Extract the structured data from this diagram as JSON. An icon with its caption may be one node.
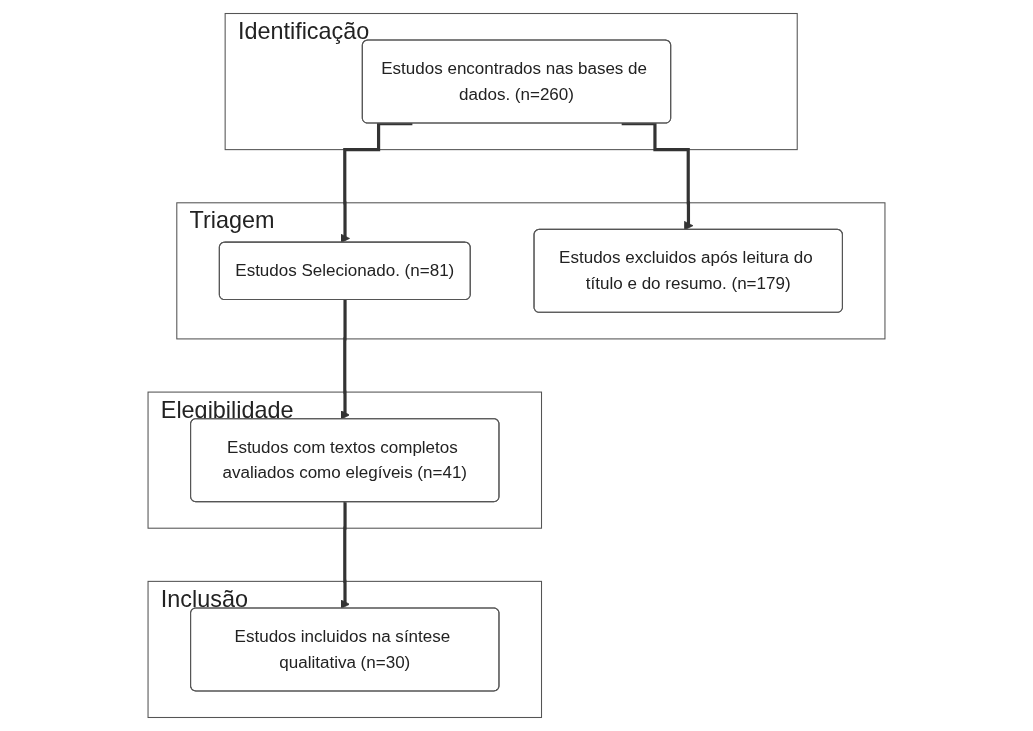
{
  "diagram": {
    "nodes": [
      {
        "text": [
          "Identificação"
        ]
      },
      {
        "text": [
          "Estudos encontrados nas bases de dados. (n=260)"
        ],
        "in": 0
      },
      {
        "text": [
          "Triagem"
        ]
      },
      {
        "text": [
          "Estudos Selecionado. (n=81)"
        ],
        "in": 2
      },
      {
        "text": [
          "Estudos excluidos após leitura do título e do resumo. (n=179)"
        ],
        "in": 2
      },
      {
        "text": [
          "Elegibilidade"
        ]
      },
      {
        "text": [
          "Estudos com textos completos avaliados como elegíveis (n=41)"
        ],
        "in": 5
      },
      {
        "text": [
          "Inclusão"
        ]
      },
      {
        "text": [
          "Estudos incluidos na síntese qualitativa (n=30)"
        ],
        "in": 7
      }
    ],
    "edges": [
      {
        "from": 1,
        "to": 3,
        "arrow": "to"
      },
      {
        "from": 1,
        "to": 4,
        "arrow": "to"
      },
      {
        "from": 3,
        "to": 6,
        "arrow": "to"
      },
      {
        "from": 6,
        "to": 8,
        "arrow": "to"
      }
    ]
  }
}
